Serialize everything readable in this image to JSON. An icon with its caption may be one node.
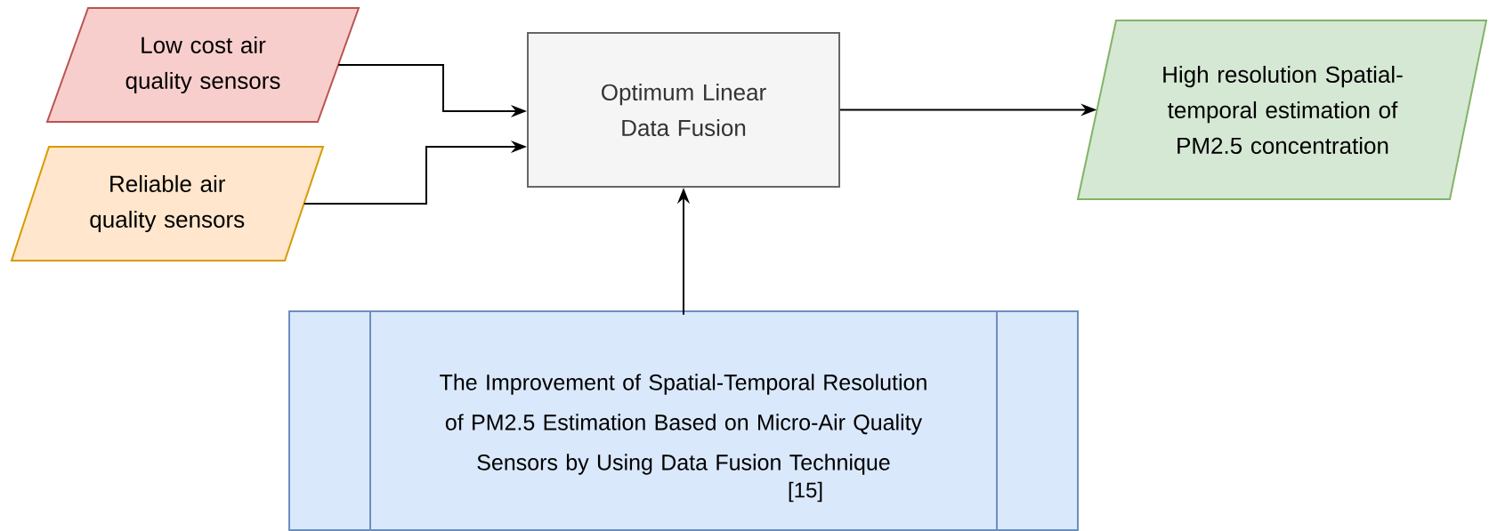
{
  "diagram": {
    "nodes": [
      {
        "text": [
          "Low cost air quality sensors"
        ]
      },
      {
        "text": [
          "Reliable air quality sensors"
        ]
      },
      {
        "text": [
          "Optimum Linear Data Fusion"
        ]
      },
      {
        "text": [
          "High resolution Spatial- temporal estimation of PM2.5 concentration"
        ]
      },
      {
        "text": [
          "The Improvement of Spatial-Temporal Resolution of PM2.5 Estimation Based on Micro-Air Quality Sensors by Using Data Fusion Technique",
          "[15]"
        ]
      }
    ],
    "edges": [
      {
        "from": 0,
        "to": 2,
        "arrow": "to"
      },
      {
        "from": 1,
        "to": 2,
        "arrow": "to"
      },
      {
        "from": 2,
        "to": 3,
        "arrow": "to"
      },
      {
        "from": 4,
        "to": 2,
        "arrow": "to"
      }
    ]
  }
}
